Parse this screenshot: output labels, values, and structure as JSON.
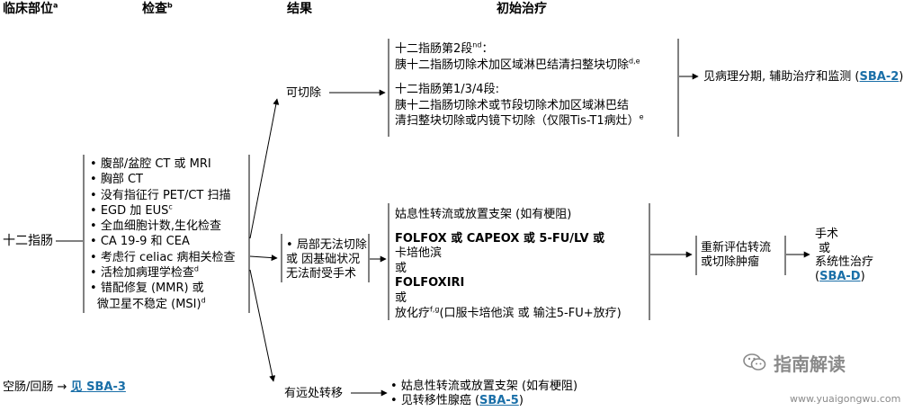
{
  "headers": {
    "site": "临床部位",
    "site_sup": "a",
    "workup": "检查",
    "workup_sup": "b",
    "findings": "结果",
    "treatment": "初始治疗"
  },
  "site": {
    "duodenum": "十二指肠",
    "jejunum": "空肠/回肠",
    "jejunum_arrow": "→",
    "jejunum_see": "见 ",
    "jejunum_link": "SBA-3"
  },
  "workup_items": [
    {
      "text": "腹部/盆腔 CT 或 MRI",
      "sup": ""
    },
    {
      "text": "胸部 CT",
      "sup": ""
    },
    {
      "text": "没有指征行 PET/CT 扫描",
      "sup": ""
    },
    {
      "text": "EGD 加 EUS",
      "sup": "c"
    },
    {
      "text": "全血细胞计数,生化检查",
      "sup": ""
    },
    {
      "text": "CA 19-9 和 CEA",
      "sup": ""
    },
    {
      "text": "考虑行 celiac 病相关检查",
      "sup": ""
    },
    {
      "text": "活检加病理学检查",
      "sup": "d"
    },
    {
      "text": "错配修复 (MMR) 或",
      "sup": ""
    },
    {
      "text": "微卫星不稳定 (MSI)",
      "sup": "d",
      "indent": true
    }
  ],
  "findings": {
    "resectable": "可切除",
    "unresectable": [
      "局部无法切除",
      "或 因基础状况",
      "无法耐受手术"
    ],
    "metastatic": "有远处转移"
  },
  "resectable_tx": {
    "l1": "十二指肠第2段",
    "l1_sup": "nd",
    "l1_tail": "：",
    "l2": "胰十二指肠切除术加区域淋巴结清扫整块切除",
    "l2_sup": "d,e",
    "l3": "十二指肠第1/3/4段:",
    "l4": "胰十二指肠切除术或节段切除术加区域淋巴结",
    "l5": "清扫整块切除或内镜下切除（仅限Tis-T1病灶）",
    "l5_sup": "e"
  },
  "resectable_next": {
    "text": "见病理分期, 辅助治疗和监测 (",
    "link": "SBA-2",
    "close": ")"
  },
  "unresectable_tx": {
    "l1": "姑息性转流或放置支架 (如有梗阻)",
    "l2": "FOLFOX 或 CAPEOX 或 5-FU/LV 或",
    "l3": "卡培他滨",
    "l4": "或",
    "l5": "FOLFOXIRI",
    "l6": "或",
    "l7": "放化疗",
    "l7_sup": "f,g",
    "l7_tail": "(口服卡培他滨 或 输注5-FU+放疗)"
  },
  "reassess": [
    "重新评估转流",
    "或切除肿瘤"
  ],
  "surgery": {
    "l1": "手术",
    "l2": "或",
    "l3": "系统性治疗",
    "link": "SBA-D",
    "open": "(",
    "close": ")"
  },
  "metastatic_tx": {
    "l1": "姑息性转流或放置支架 (如有梗阻)",
    "l2": "见转移性腺癌 ",
    "l2_link": "SBA-5",
    "open": "(",
    "close": ")"
  },
  "watermark": {
    "text": "指南解读",
    "url": "www.yuaigongwu.com"
  },
  "colors": {
    "link": "#1a6fa8",
    "line": "#000000",
    "watermark": "#8a8a8a"
  }
}
